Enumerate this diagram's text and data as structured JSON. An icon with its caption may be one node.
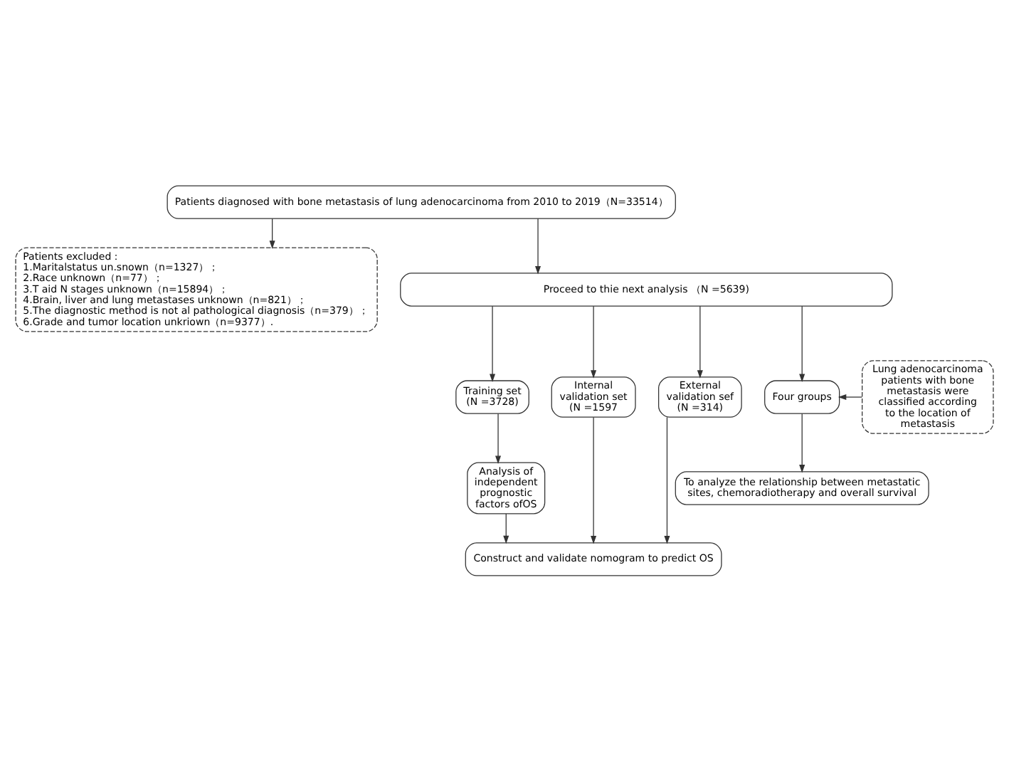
{
  "diagram": {
    "nodes": [
      {
        "text": [
          "Patients diagnosed with bone metastasis of lung adenocarcinoma from 2010 to 2019（N=33514）"
        ]
      },
      {
        "text": [
          "Patients excluded：",
          "1.Maritalstatus un.snown（n=1327）；",
          "2.Race unknown（n=77）；",
          "3.T aid N stages unknown（n=15894）；",
          "4.Brain, liver and lung metastases unknown（n=821）；",
          "5.The diagnostic method is not al pathological diagnosis（n=379）；",
          "6.Grade and tumor location unkriown（n=9377）."
        ]
      },
      {
        "text": [
          "Proceed to thie next analysis （N =5639)"
        ]
      },
      {
        "text": [
          "Training set (N =3728)"
        ]
      },
      {
        "text": [
          "Internal validation set (N =1597"
        ]
      },
      {
        "text": [
          "External validation sef (N =314)"
        ]
      },
      {
        "text": [
          "Four groups"
        ]
      },
      {
        "text": [
          "Lung adenocarcinoma patients with bone metastasis were classified according to the location of metastasis"
        ]
      },
      {
        "text": [
          "Analysis of independent prognostic factors ofOS"
        ]
      },
      {
        "text": [
          "Construct and validate nomogram to predict OS"
        ]
      },
      {
        "text": [
          "To analyze the relationship between metastatic sites, chemoradiotherapy and overall survival"
        ]
      }
    ],
    "edges": [
      {
        "from": 0,
        "to": 2,
        "arrow": "to"
      },
      {
        "from": 0,
        "to": 1,
        "arrow": "to"
      },
      {
        "from": 2,
        "to": 3,
        "arrow": "to"
      },
      {
        "from": 2,
        "to": 4,
        "arrow": "to"
      },
      {
        "from": 2,
        "to": 5,
        "arrow": "to"
      },
      {
        "from": 2,
        "to": 6,
        "arrow": "to"
      },
      {
        "from": 7,
        "to": 6,
        "arrow": "to"
      },
      {
        "from": 3,
        "to": 8,
        "arrow": "to"
      },
      {
        "from": 8,
        "to": 9,
        "arrow": "to"
      },
      {
        "from": 4,
        "to": 9,
        "arrow": "to"
      },
      {
        "from": 5,
        "to": 9,
        "arrow": "to"
      },
      {
        "from": 6,
        "to": 10,
        "arrow": "to"
      }
    ]
  }
}
